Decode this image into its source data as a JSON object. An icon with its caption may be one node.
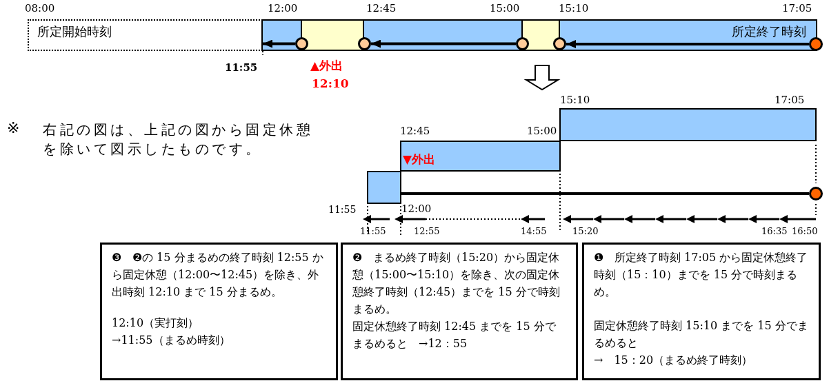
{
  "diagram": {
    "nodes": [
      {
        "text": [
          "所定開始時刻"
        ],
        "beside": [
          "08:00"
        ]
      },
      {
        "text": [
          "所定終了時刻"
        ]
      },
      {
        "text": [],
        "shape": "box",
        "in": 1
      },
      {
        "text": [],
        "shape": "box",
        "in": 1,
        "beside": [
          "15:00"
        ]
      },
      {
        "text": [],
        "shape": "circle",
        "in": 1
      },
      {
        "text": [],
        "shape": "circle",
        "in": 1
      },
      {
        "text": [],
        "shape": "circle",
        "in": 1
      },
      {
        "text": [],
        "shape": "circle",
        "in": 1
      },
      {
        "text": [],
        "shape": "circle",
        "beside": [
          "17:05"
        ]
      },
      {
        "text": [],
        "shape": "box",
        "beside": [
          "15:10",
          "17:05"
        ]
      },
      {
        "text": [],
        "shape": "box",
        "beside": [
          "12:45",
          "15:00"
        ]
      },
      {
        "text": [],
        "shape": "box",
        "beside": [
          "11:55"
        ]
      },
      {
        "text": [],
        "shape": "circle"
      },
      {
        "text": [
          "❸　❷の 15 分まるめの終了時刻 12:55 から固定休憩（12:00〜12:45）を除き、外出時刻 12:10 まで 15 分まるめ。",
          "12:10（実打刻）",
          "→11:55（まるめ時刻）"
        ]
      },
      {
        "text": [
          "❷　まるめ終了時刻（15:20）から固定休憩（15:00〜15:10）を除き、次の固定休憩終了時刻（12:45）までを 15 分で時刻まるめ。",
          "固定休憩終了時刻 12:45 までを 15 分でまるめると　→12：55"
        ]
      },
      {
        "text": [
          "❶　所定終了時刻 17:05 から固定休憩終了時刻（15：10）までを 15 分で時刻まるめ。",
          "固定休憩終了時刻 15:10 までを 15 分でまるめると",
          "→　15：20（まるめ終了時刻）"
        ]
      }
    ],
    "edges": [
      {
        "from": 8,
        "to": 7,
        "arrow": "to"
      },
      {
        "from": 6,
        "to": 5,
        "arrow": "to"
      },
      {
        "from": 4,
        "to": 0,
        "arrow": "to"
      },
      {
        "from": 12,
        "to": 11,
        "arrow": "none"
      }
    ],
    "labels": [
      "12:00",
      "12:45",
      "15:10",
      "11:55",
      "▲外出",
      "12:10",
      "※",
      "右記の図は、上記の図から固定休憩を除いて図示したものです。",
      "▼外出",
      "12:00",
      "11:55",
      "12:55",
      "14:55",
      "15:20",
      "16:35",
      "16:50"
    ]
  }
}
